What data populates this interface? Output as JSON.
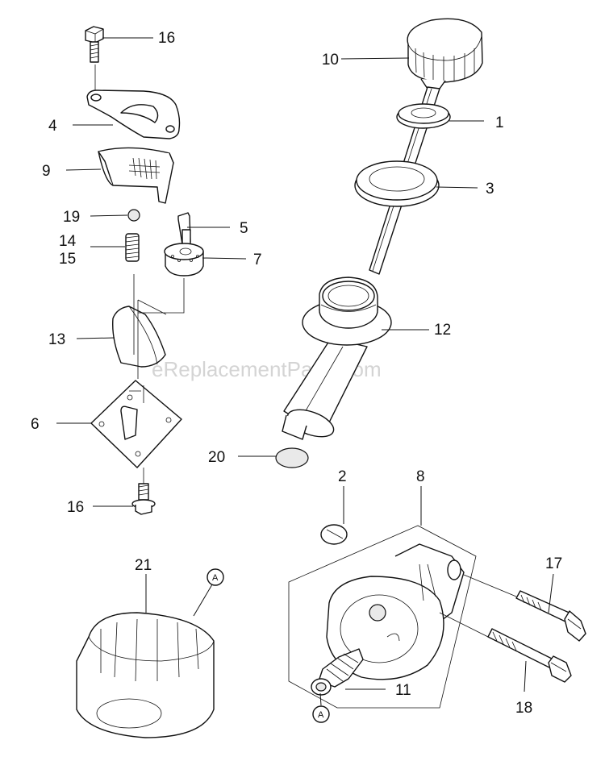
{
  "watermark": "eReplacementParts.com",
  "callout_letter": "A",
  "labels": {
    "l10": "10",
    "l1": "1",
    "l3": "3",
    "l12": "12",
    "l16a": "16",
    "l4": "4",
    "l9": "9",
    "l19": "19",
    "l5": "5",
    "l14": "14",
    "l15": "15",
    "l7": "7",
    "l13": "13",
    "l6": "6",
    "l20": "20",
    "l16b": "16",
    "l2": "2",
    "l8": "8",
    "l21": "21",
    "l17": "17",
    "l11": "11",
    "l18": "18"
  }
}
